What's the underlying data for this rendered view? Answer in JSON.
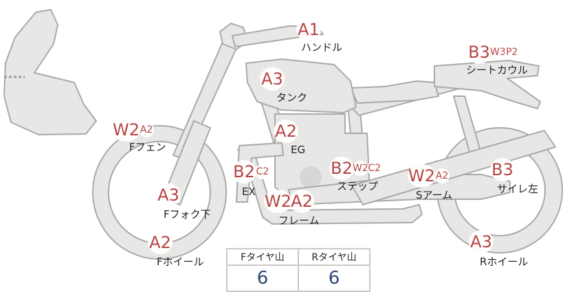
{
  "parts": [
    {
      "id": "handle",
      "label": "ハンドル",
      "codes": [
        "A1"
      ]
    },
    {
      "id": "seat-cowl",
      "label": "シートカウル",
      "codes": [
        "B3",
        "W3",
        "P2"
      ]
    },
    {
      "id": "tank",
      "label": "タンク",
      "codes": [
        "A3"
      ]
    },
    {
      "id": "f-fender",
      "label": "Fフェン",
      "codes": [
        "W2",
        "A2"
      ]
    },
    {
      "id": "engine",
      "label": "EG",
      "codes": [
        "A2"
      ]
    },
    {
      "id": "exhaust",
      "label": "EX",
      "codes": [
        "B2",
        "C2"
      ]
    },
    {
      "id": "step",
      "label": "ステップ",
      "codes": [
        "B2",
        "W2",
        "C2"
      ]
    },
    {
      "id": "swingarm",
      "label": "Sアーム",
      "codes": [
        "W2",
        "A2"
      ]
    },
    {
      "id": "silencer-left",
      "label": "サイレ左",
      "codes": [
        "B3"
      ]
    },
    {
      "id": "f-fork-lower",
      "label": "Fフォク下",
      "codes": [
        "A3"
      ]
    },
    {
      "id": "frame",
      "label": "フレーム",
      "codes": [
        "W2",
        "A2"
      ]
    },
    {
      "id": "f-wheel",
      "label": "Fホイール",
      "codes": [
        "A2"
      ]
    },
    {
      "id": "r-wheel",
      "label": "Rホイール",
      "codes": [
        "A3"
      ]
    }
  ],
  "tread": {
    "front_label": "Fタイヤ山",
    "front_value": "6",
    "rear_label": "Rタイヤ山",
    "rear_value": "6"
  }
}
